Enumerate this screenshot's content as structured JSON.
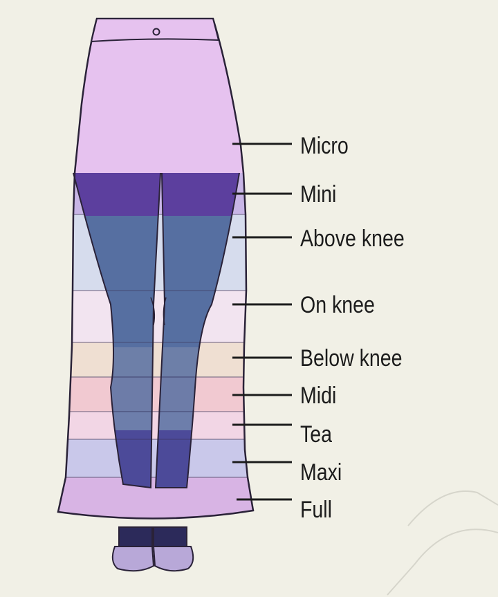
{
  "labels": [
    {
      "id": "micro",
      "text": "Micro"
    },
    {
      "id": "mini",
      "text": "Mini"
    },
    {
      "id": "above-knee",
      "text": "Above knee"
    },
    {
      "id": "on-knee",
      "text": "On knee"
    },
    {
      "id": "below-knee",
      "text": "Below knee"
    },
    {
      "id": "midi",
      "text": "Midi"
    },
    {
      "id": "tea",
      "text": "Tea"
    },
    {
      "id": "maxi",
      "text": "Maxi"
    },
    {
      "id": "full",
      "text": "Full"
    }
  ],
  "colors": {
    "background": "#f1f0e6",
    "outline": "#2a2238",
    "micro": "#e6c2ef",
    "mini": "#c8b5e6",
    "above_knee": "#d6dced",
    "on_knee": "#f2e4f0",
    "below_knee": "#efdfd2",
    "midi": "#f1c9d1",
    "tea": "#f2d6e5",
    "maxi": "#c9c8ea",
    "full": "#d8b4e4",
    "legs_upper": "#5c3f9e",
    "legs_mid": "#566fa1",
    "legs_low": "#4c4a99",
    "shoe": "#b8a8d8",
    "sock": "#2c2a5a"
  }
}
